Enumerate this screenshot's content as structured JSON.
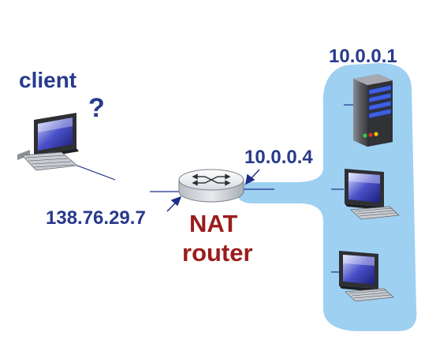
{
  "labels": {
    "client": "client",
    "question": "?",
    "client_address": "138.76.29.7",
    "router_line1": "NAT",
    "router_line2": "router",
    "router_inside_address": "10.0.0.4",
    "server_address": "10.0.0.1"
  },
  "colors": {
    "label_blue": "#283a8c",
    "router_red": "#9b1c1c",
    "lan_blob": "#9ed0f2",
    "link_line": "#1f2f88"
  },
  "icons": [
    "desktop-computer-icon",
    "server-tower-icon",
    "router-icon"
  ]
}
